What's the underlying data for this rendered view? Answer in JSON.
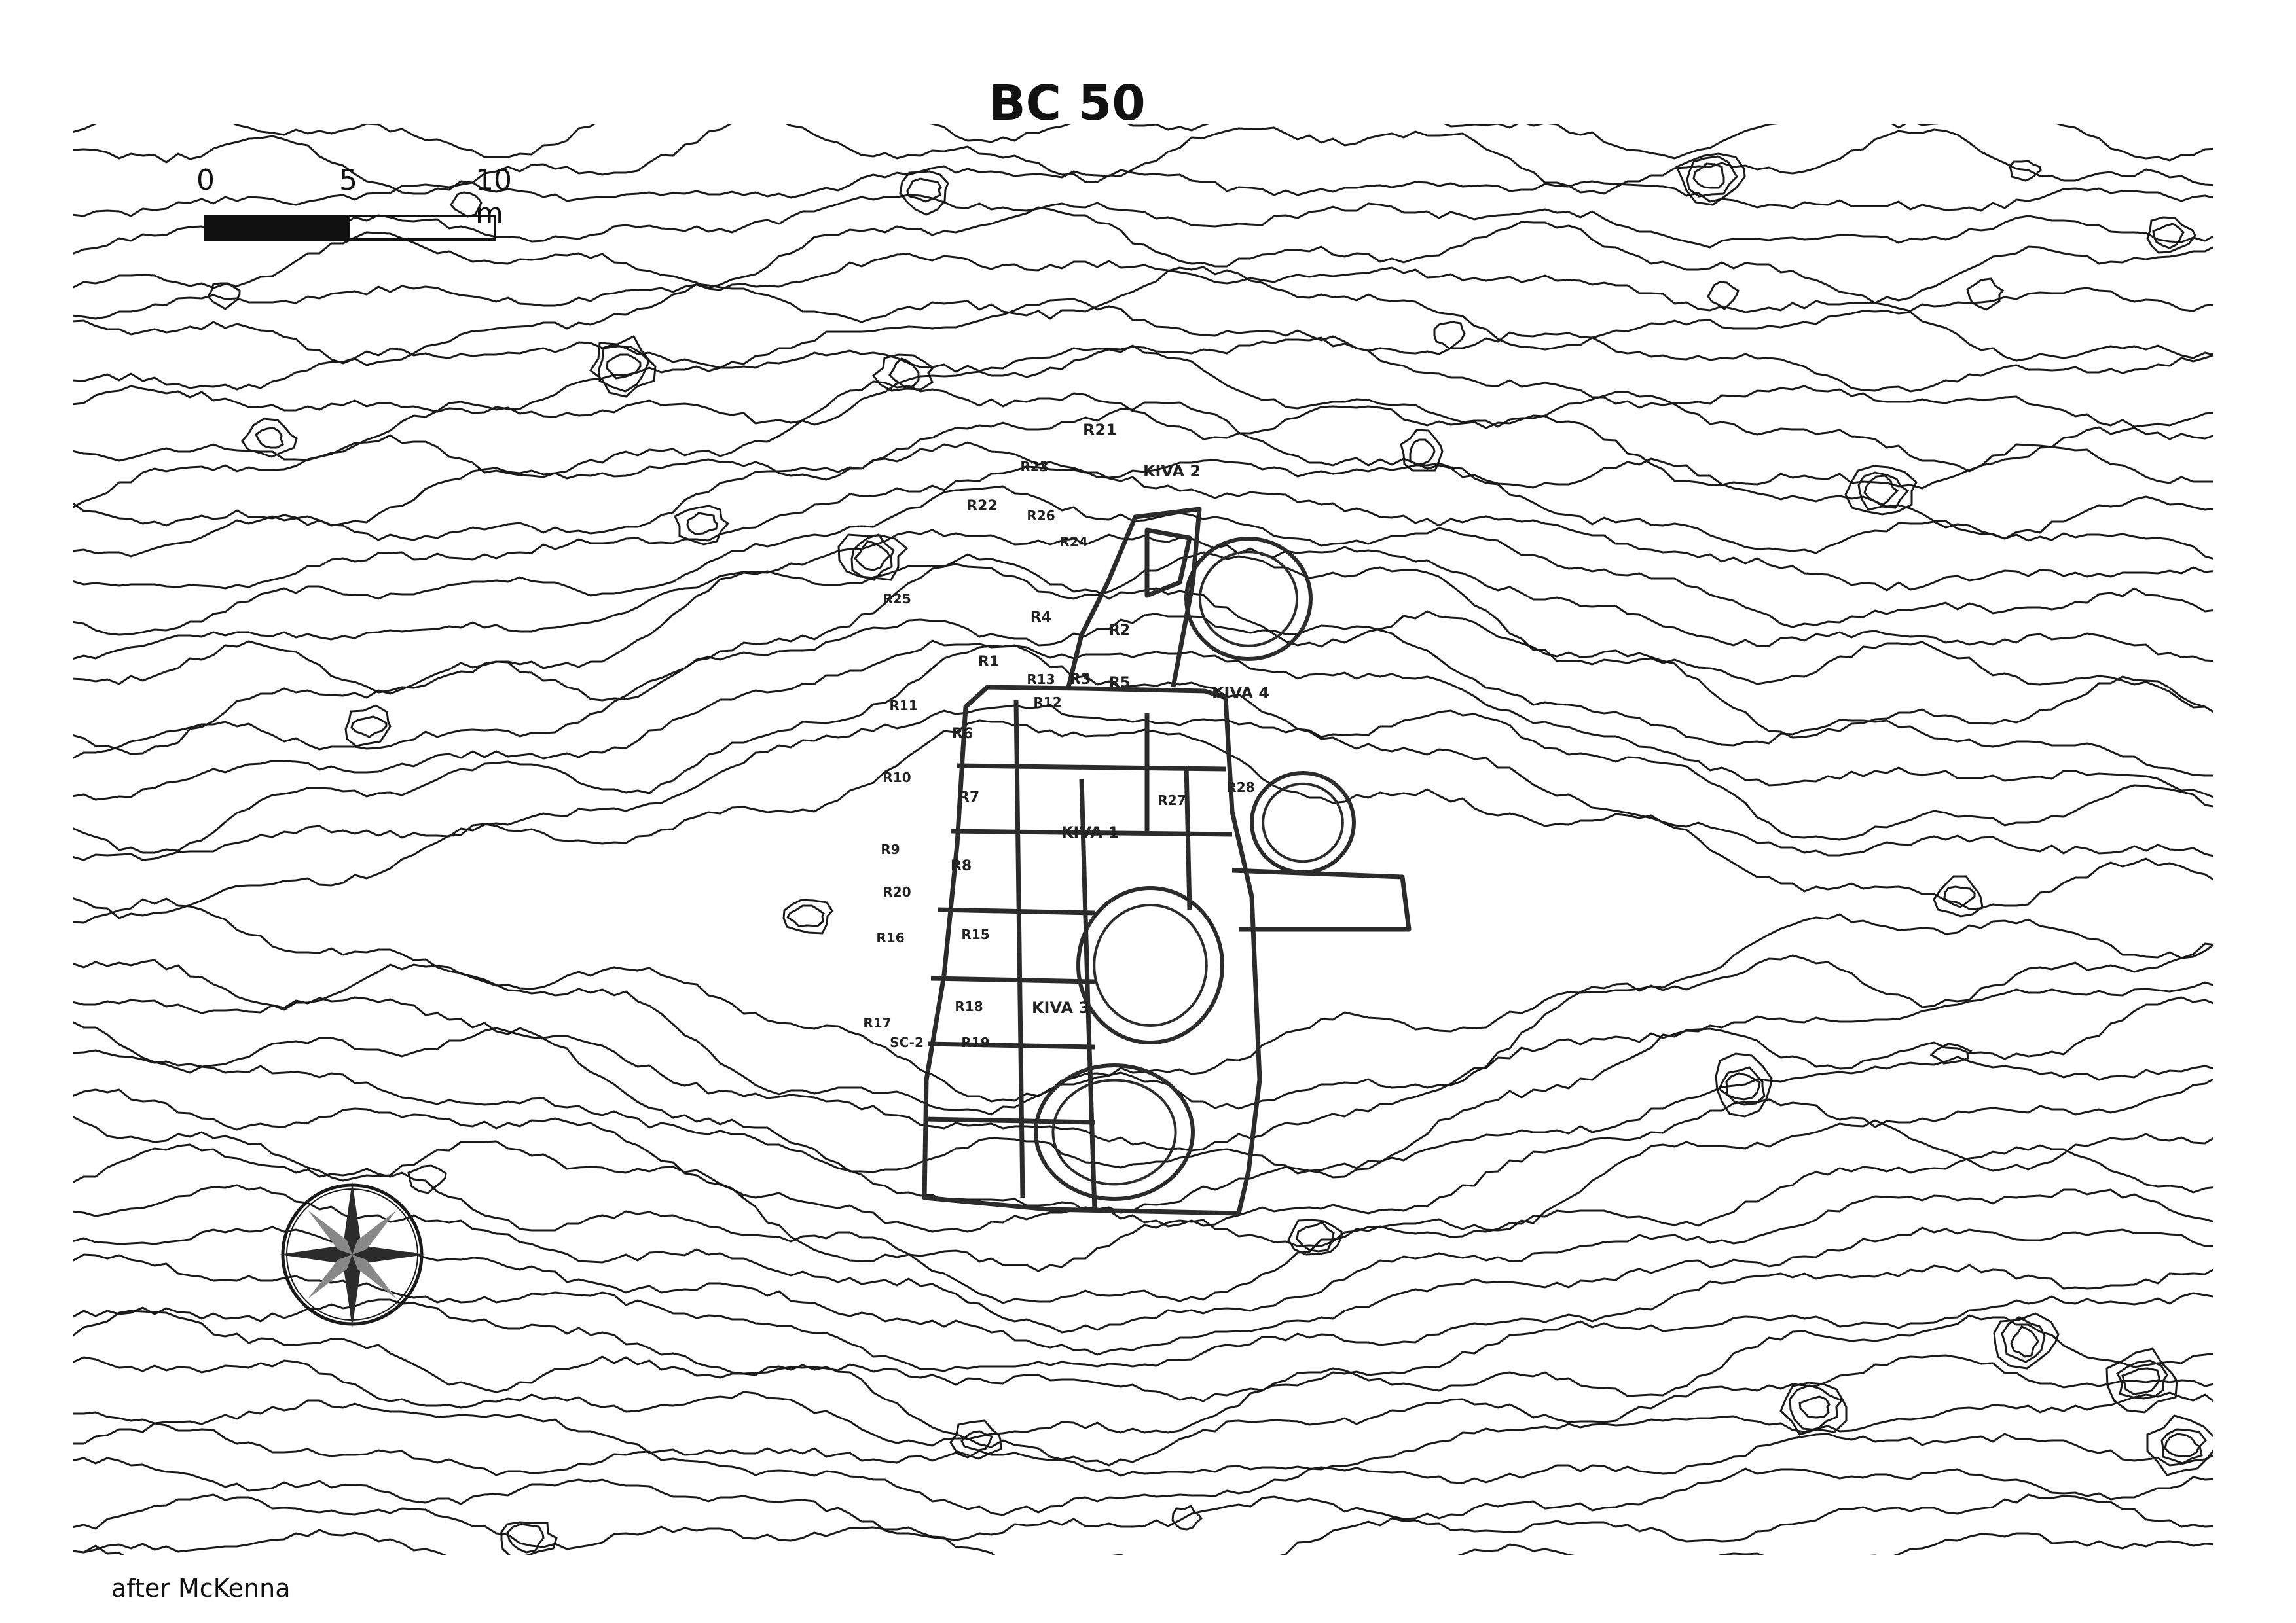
{
  "title": "BC 50",
  "scale": {
    "labels": [
      "0",
      "5",
      "10 m"
    ]
  },
  "credit": "after McKenna",
  "rooms": [
    "R21",
    "R23",
    "R22",
    "R26",
    "R25",
    "R1",
    "R2",
    "R3",
    "R4",
    "R5",
    "R6",
    "R7",
    "R8",
    "R9",
    "R10",
    "R11",
    "R12",
    "R13",
    "R15",
    "R16",
    "R17",
    "R18",
    "R19",
    "R20",
    "R24",
    "R27",
    "R28",
    "SC-2",
    "KIVA 1",
    "KIVA 2",
    "KIVA 3",
    "KIVA 4"
  ],
  "colors": {
    "line": "#1a1a1a",
    "ruin": "#2b2b2b",
    "background": "#ffffff"
  },
  "icons": {
    "north_arrow": "compass-rose-icon"
  }
}
